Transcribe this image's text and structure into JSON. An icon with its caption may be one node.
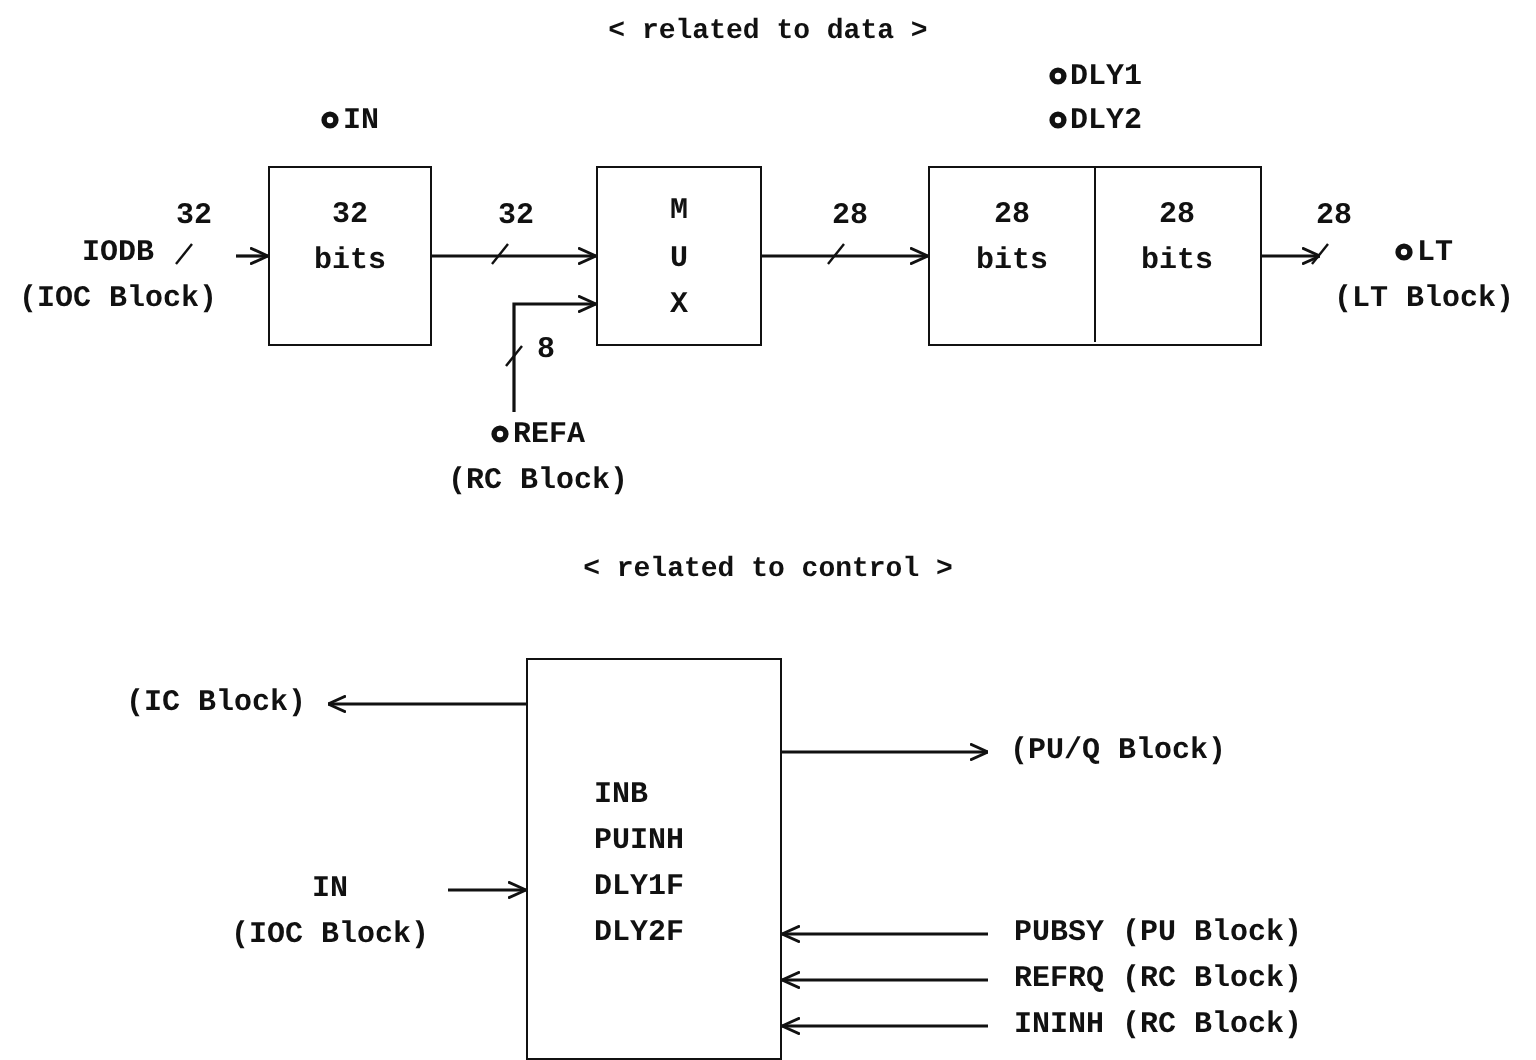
{
  "diagram": {
    "nodes": [
      {
        "text": [
          "IODB",
          "(IOC Block)"
        ]
      },
      {
        "text": [
          "32 bits"
        ],
        "beside": [
          "IN"
        ]
      },
      {
        "text": [
          "MUX"
        ]
      },
      {
        "text": [],
        "shape": "box",
        "beside": [
          "DLY1",
          "DLY2"
        ]
      },
      {
        "text": [
          "28 bits"
        ],
        "in": 3
      },
      {
        "text": [
          "28 bits"
        ],
        "in": 3
      },
      {
        "text": [
          "LT",
          "(LT Block)"
        ]
      },
      {
        "text": [
          "REFA",
          "(RC Block)"
        ]
      },
      {
        "text": [
          "INB",
          "PUINH",
          "DLY1F",
          "DLY2F"
        ]
      },
      {
        "text": [
          "(IC Block)"
        ]
      },
      {
        "text": [
          "(PU/Q Block)"
        ]
      },
      {
        "text": [
          "IN",
          "(IOC Block)"
        ]
      },
      {
        "text": [
          "PUBSY (PU Block)"
        ]
      },
      {
        "text": [
          "REFRQ (RC Block)"
        ]
      },
      {
        "text": [
          "ININH (RC Block)"
        ]
      }
    ],
    "edges": [
      {
        "from": 0,
        "to": 1,
        "arrow": "to",
        "label": "32"
      },
      {
        "from": 1,
        "to": 2,
        "arrow": "to",
        "label": "32"
      },
      {
        "from": 2,
        "to": 3,
        "arrow": "to",
        "label": "28"
      },
      {
        "from": 3,
        "to": 6,
        "arrow": "to",
        "label": "28"
      },
      {
        "from": 7,
        "to": 2,
        "arrow": "to",
        "label": "8"
      },
      {
        "from": 8,
        "to": 9,
        "arrow": "to"
      },
      {
        "from": 8,
        "to": 10,
        "arrow": "to"
      },
      {
        "from": 11,
        "to": 8,
        "arrow": "to"
      },
      {
        "from": 12,
        "to": 8,
        "arrow": "to"
      },
      {
        "from": 13,
        "to": 8,
        "arrow": "to"
      },
      {
        "from": 14,
        "to": 8,
        "arrow": "to"
      }
    ],
    "labels": [
      "< related to data >",
      "< related to control >"
    ]
  }
}
